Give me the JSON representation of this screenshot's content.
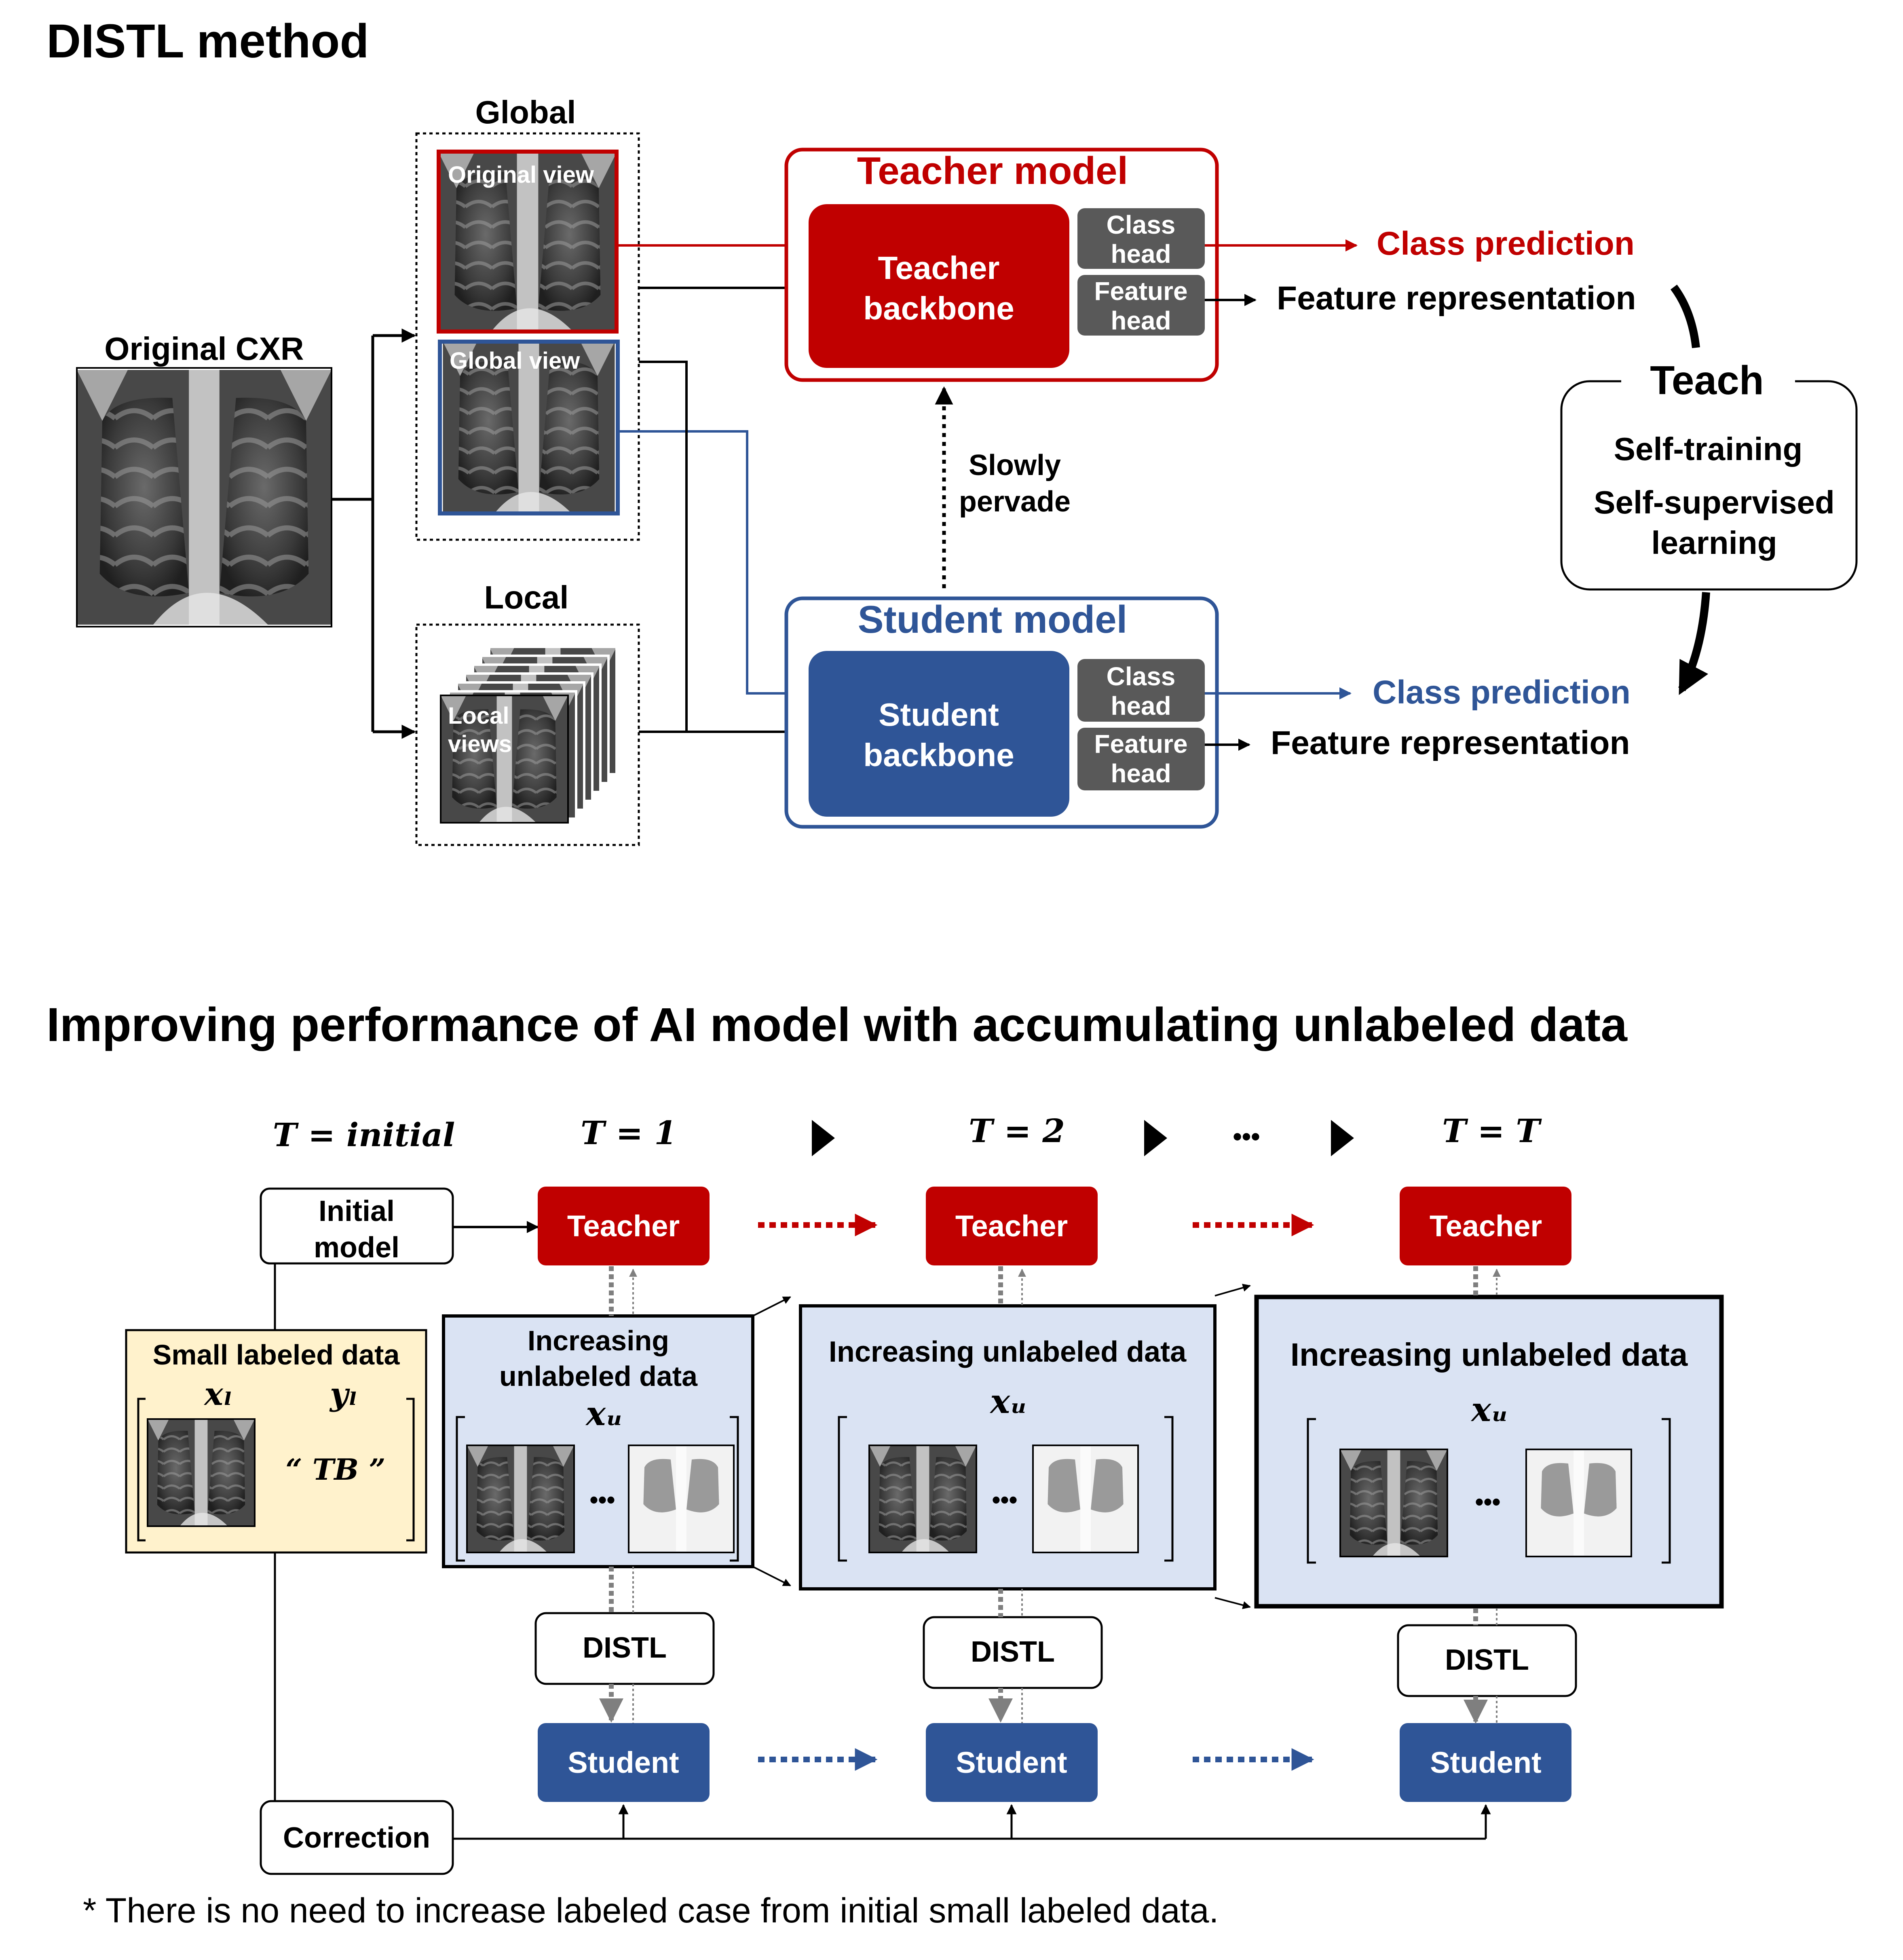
{
  "colors": {
    "teacher_red": "#C00000",
    "student_blue": "#2F5597",
    "head_gray": "#595959",
    "unlabeled_fill": "#DAE3F3",
    "labeled_fill": "#FFF2CC",
    "arrow_gray": "#7F7F7F"
  },
  "top": {
    "title": "DISTL method",
    "original_cxr_label": "Original CXR",
    "global_label": "Global",
    "local_label": "Local",
    "original_view_label": "Original view",
    "global_view_label": "Global view",
    "local_views_label": [
      "Local",
      "views"
    ],
    "teacher_model_title": "Teacher model",
    "teacher_backbone": [
      "Teacher",
      "backbone"
    ],
    "student_model_title": "Student model",
    "student_backbone": [
      "Student",
      "backbone"
    ],
    "class_head": [
      "Class",
      "head"
    ],
    "feature_head": [
      "Feature",
      "head"
    ],
    "class_prediction": "Class prediction",
    "feature_representation": "Feature representation",
    "slowly_pervade": [
      "Slowly",
      "pervade"
    ],
    "teach_title": "Teach",
    "teach_items": [
      "Self-training",
      "Self-supervised",
      "learning"
    ]
  },
  "bottom": {
    "title": "Improving performance of AI model with accumulating unlabeled data",
    "time_labels": [
      "T = initial",
      "T = 1",
      "T = 2",
      "T = T"
    ],
    "ellipsis": "•••",
    "initial_model": [
      "Initial",
      "model"
    ],
    "teacher_label": "Teacher",
    "student_label": "Student",
    "distl_label": "DISTL",
    "correction_label": "Correction",
    "small_labeled_title": "Small labeled data",
    "x_l": "xₗ",
    "y_l": "yₗ",
    "tb_label": "“ TB ”",
    "unlabeled_title_split": [
      "Increasing",
      "unlabeled data"
    ],
    "unlabeled_title": "Increasing unlabeled data",
    "x_u": "xᵤ",
    "dots": "•••"
  },
  "footnote": "* There is no need to increase labeled case from initial small labeled data."
}
